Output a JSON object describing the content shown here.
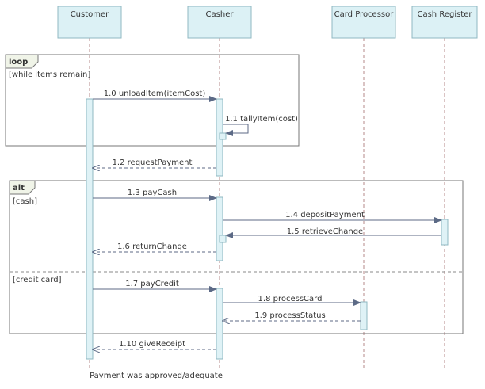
{
  "participants": [
    "Customer",
    "Casher",
    "Card Processor",
    "Cash Register"
  ],
  "fragments": {
    "loop": {
      "keyword": "loop",
      "guard": "[while items remain]"
    },
    "alt": {
      "keyword": "alt",
      "guard_1": "[cash]",
      "guard_2": "[credit card]"
    }
  },
  "messages": [
    {
      "label": "1.0 unloadItem(itemCost)",
      "from": "Customer",
      "to": "Casher",
      "kind": "call"
    },
    {
      "label": "1.1 tallyItem(cost)",
      "from": "Casher",
      "to": "Casher",
      "kind": "self"
    },
    {
      "label": "1.2 requestPayment",
      "from": "Casher",
      "to": "Customer",
      "kind": "return"
    },
    {
      "label": "1.3 payCash",
      "from": "Customer",
      "to": "Casher",
      "kind": "call"
    },
    {
      "label": "1.4 depositPayment",
      "from": "Casher",
      "to": "Cash Register",
      "kind": "call"
    },
    {
      "label": "1.5 retrieveChange",
      "from": "Cash Register",
      "to": "Casher",
      "kind": "call"
    },
    {
      "label": "1.6 returnChange",
      "from": "Casher",
      "to": "Customer",
      "kind": "return"
    },
    {
      "label": "1.7 payCredit",
      "from": "Customer",
      "to": "Casher",
      "kind": "call"
    },
    {
      "label": "1.8 processCard",
      "from": "Casher",
      "to": "Card Processor",
      "kind": "call"
    },
    {
      "label": "1.9 processStatus",
      "from": "Card Processor",
      "to": "Casher",
      "kind": "return"
    },
    {
      "label": "1.10 giveReceipt",
      "from": "Casher",
      "to": "Customer",
      "kind": "return"
    }
  ],
  "note": "Payment was approved/adequate"
}
